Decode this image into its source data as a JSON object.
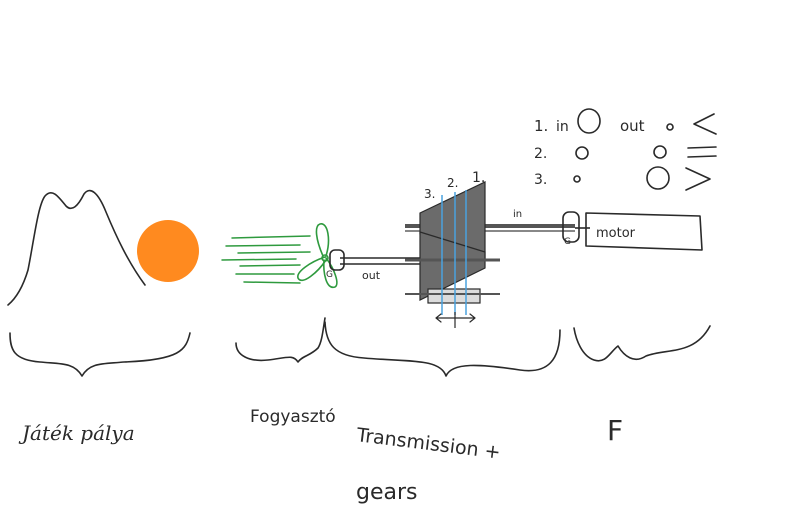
{
  "labels": {
    "game_field": "Játék pálya",
    "consumer": "Fogyasztó",
    "transmission": "Transmission +",
    "gears": "gears",
    "f_letter": "F",
    "motor": "motor",
    "in_label": "in",
    "out_label": "out",
    "g_left": "G",
    "g_right": "G",
    "gear_num_1": "1.",
    "gear_num_2": "2.",
    "gear_num_3": "3."
  },
  "legend": {
    "rows": [
      {
        "num": "1.",
        "in": "in",
        "out": "out",
        "relation": "<"
      },
      {
        "num": "2.",
        "relation": "="
      },
      {
        "num": "3.",
        "relation": ">"
      }
    ]
  },
  "colors": {
    "ink": "#2a2a2a",
    "sun": "#ff8a1f",
    "green": "#2e9a3e",
    "gear_fill": "#6b6b6b",
    "blue": "#4aa3df"
  }
}
